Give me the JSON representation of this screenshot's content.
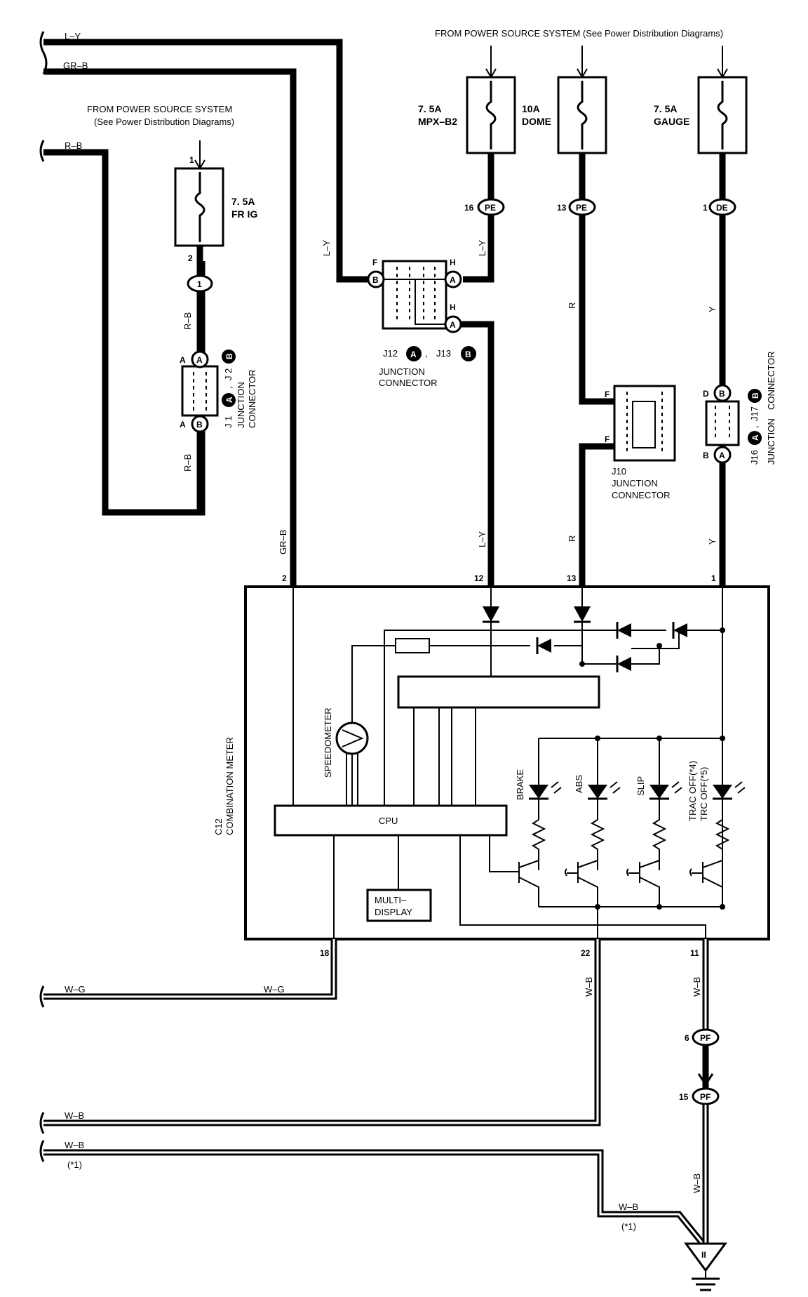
{
  "power": {
    "header_right": "FROM POWER SOURCE SYSTEM (See Power Distribution Diagrams)",
    "header_left_1": "FROM POWER SOURCE SYSTEM",
    "header_left_2": "(See Power Distribution Diagrams)"
  },
  "fuses": [
    {
      "amp": "7. 5A",
      "name": "FR IG"
    },
    {
      "amp": "7. 5A",
      "name": "MPX–B2"
    },
    {
      "amp": "10A",
      "name": "DOME"
    },
    {
      "amp": "7. 5A",
      "name": "GAUGE"
    }
  ],
  "wires": {
    "ly": "L–Y",
    "grb": "GR–B",
    "rb": "R–B",
    "r": "R",
    "y": "Y",
    "wg": "W–G",
    "wb": "W–B",
    "note1": "(*1)"
  },
  "connectors": {
    "pe": "PE",
    "de": "DE",
    "pf": "PF",
    "c1": "1",
    "a": "A",
    "b": "B",
    "j1j2_1": "J 1",
    "j1j2_2": "J 2",
    "j12": "J12",
    "j13": "J13",
    "j10": "J10",
    "j16": "J16",
    "j17": "J17",
    "jc_line1": "JUNCTION",
    "jc_line2": "CONNECTOR"
  },
  "pins": {
    "p1": "1",
    "p2": "2",
    "p6": "6",
    "p11": "11",
    "p12": "12",
    "p13": "13",
    "p15": "15",
    "p16": "16",
    "p18": "18",
    "p22": "22",
    "pD": "D",
    "pF": "F",
    "pH": "H",
    "pA": "A",
    "pB": "B"
  },
  "meter": {
    "id": "C12",
    "name": "COMBINATION METER",
    "speedometer": "SPEEDOMETER",
    "cpu": "CPU",
    "multi_1": "MULTI–",
    "multi_2": "DISPLAY"
  },
  "indicators": {
    "brake": "BRAKE",
    "abs": "ABS",
    "slip": "SLIP",
    "trac_1": "TRAC OFF(*4)",
    "trac_2": "TRC OFF(*5)"
  },
  "ground": {
    "id": "II"
  }
}
